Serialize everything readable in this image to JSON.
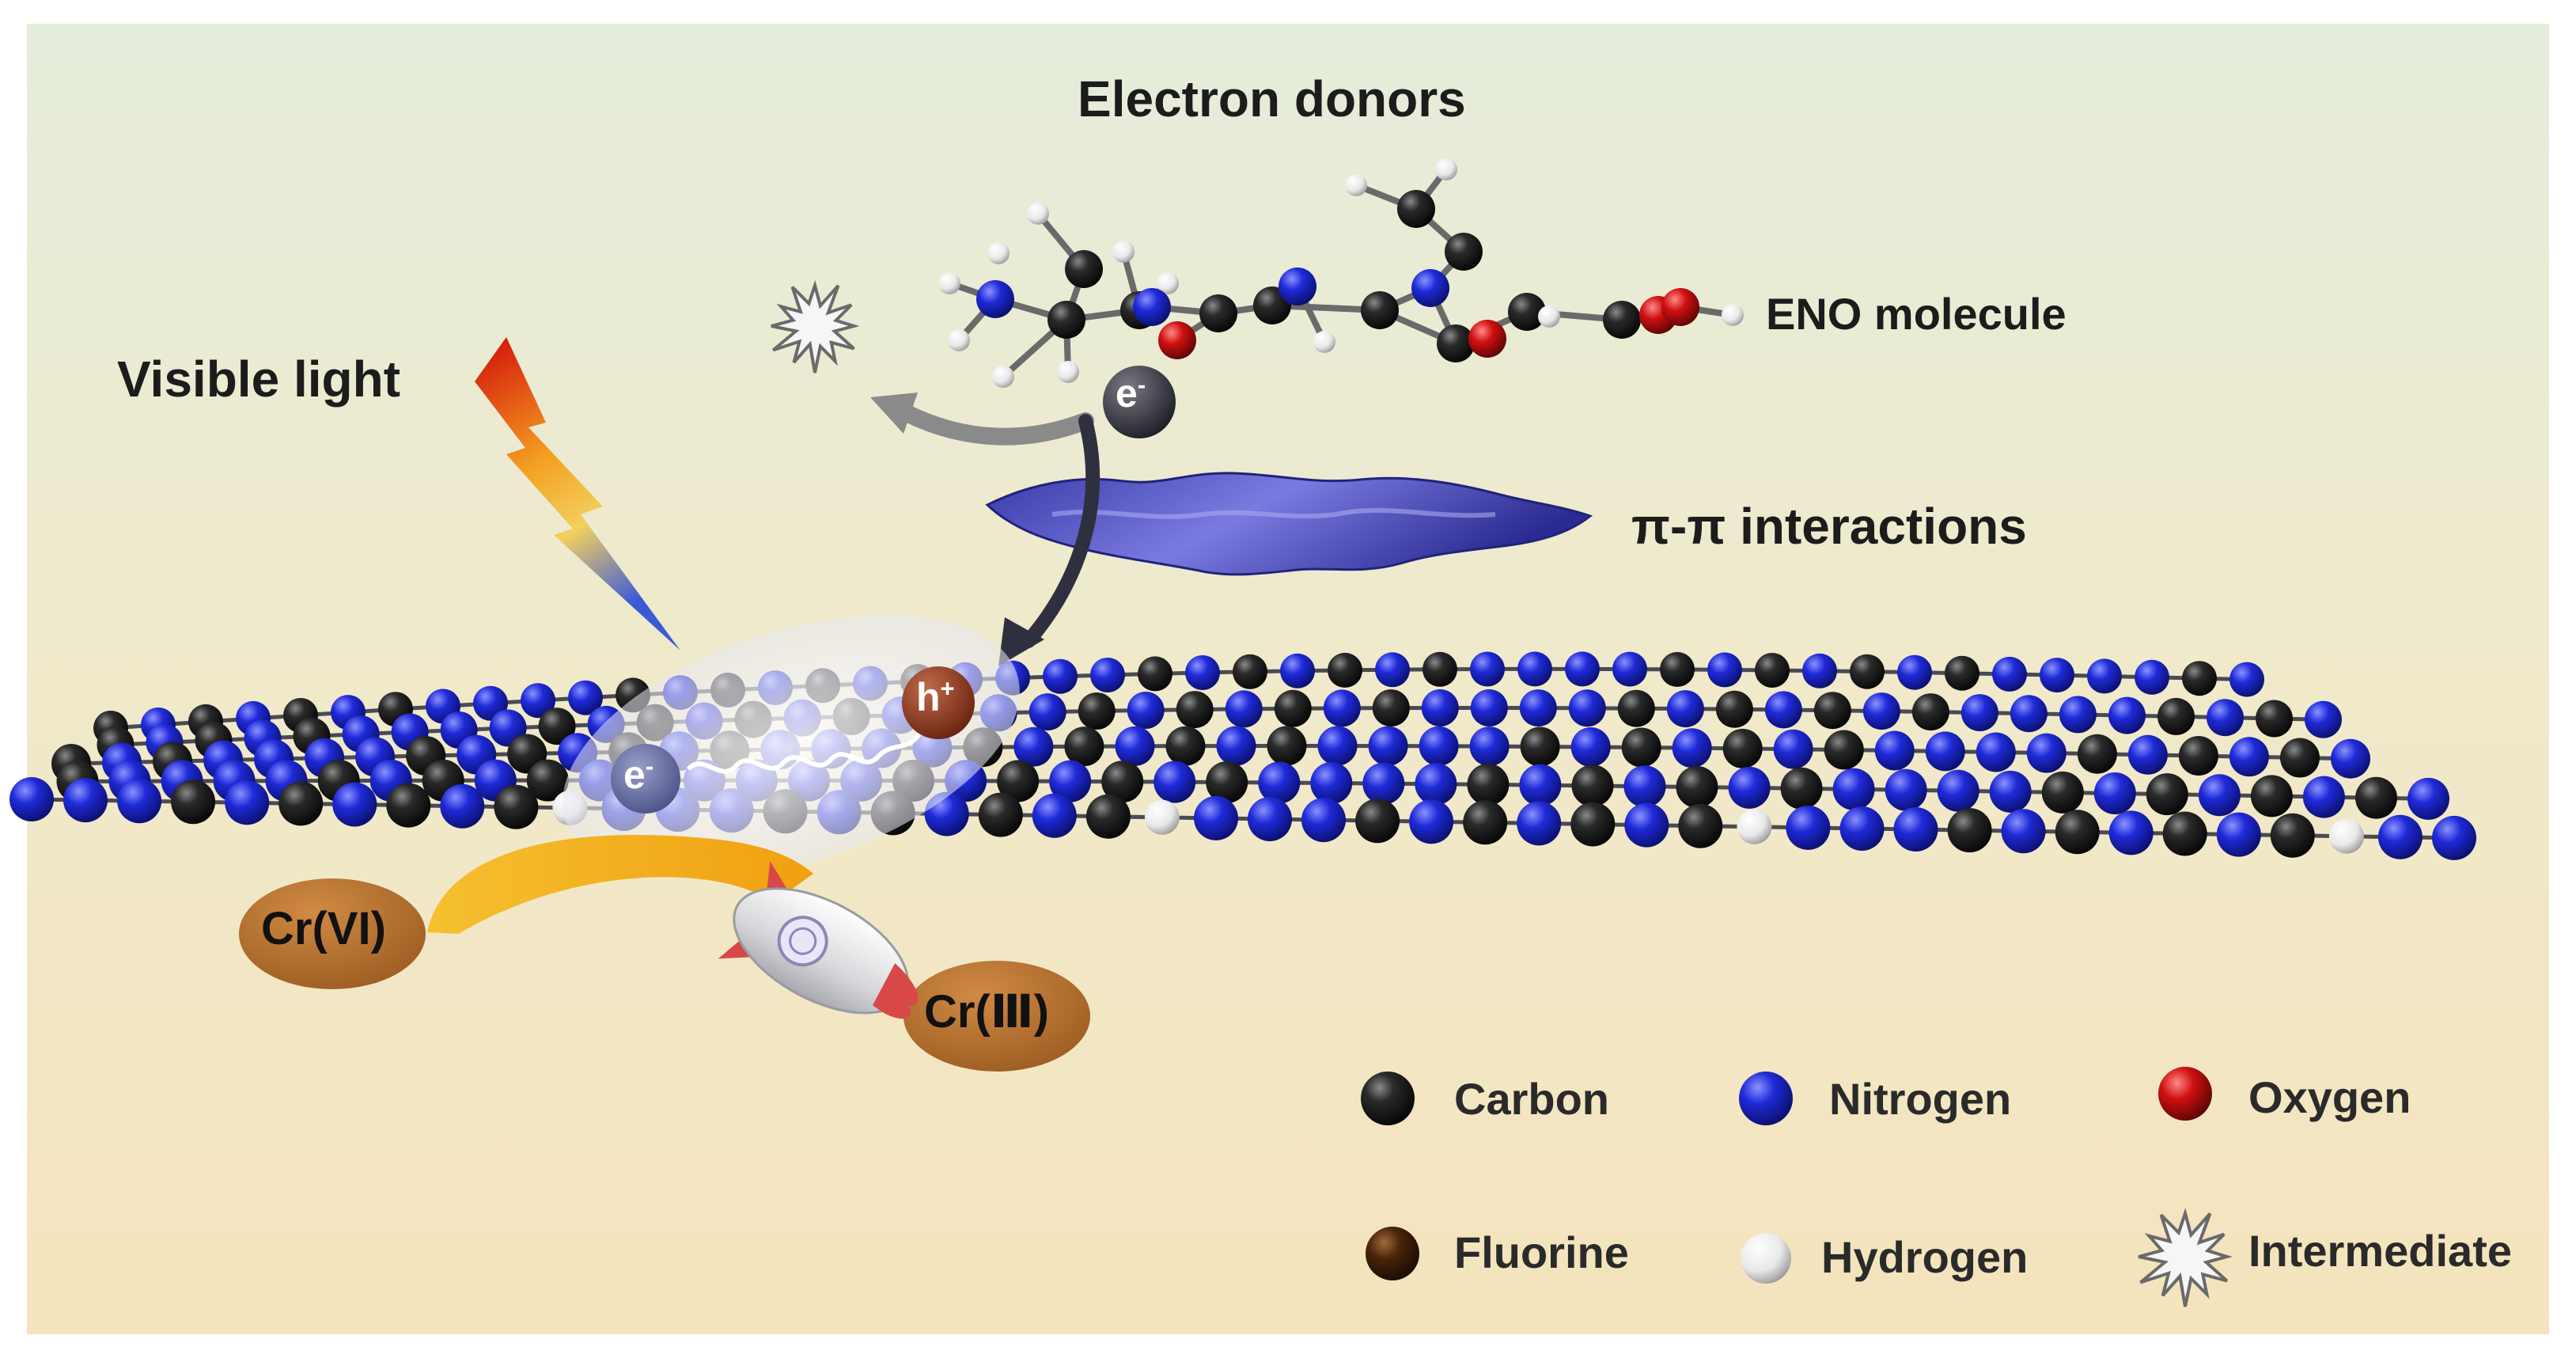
{
  "labels": {
    "electron_donors": "Electron donors",
    "eno_molecule": "ENO molecule",
    "pi_pi": "π-π interactions",
    "visible_light": "Visible light",
    "cr_vi": "Cr(VI)",
    "cr_iii": "Cr(Ⅲ)"
  },
  "charges": {
    "electron": "e",
    "electron_sup": "-",
    "hole": "h",
    "hole_sup": "+"
  },
  "legend": {
    "carbon": "Carbon",
    "nitrogen": "Nitrogen",
    "oxygen": "Oxygen",
    "fluorine": "Fluorine",
    "hydrogen": "Hydrogen",
    "intermediate": "Intermediate"
  },
  "colors": {
    "carbon": "#111111",
    "nitrogen": "#1a22c8",
    "oxygen": "#c40e0e",
    "fluorine": "#3a1c08",
    "hydrogen": "#f2f2f2",
    "cr_badge": "#b8722e",
    "background_top": "#e4ecdc",
    "background_bottom": "#f5e3bc"
  }
}
